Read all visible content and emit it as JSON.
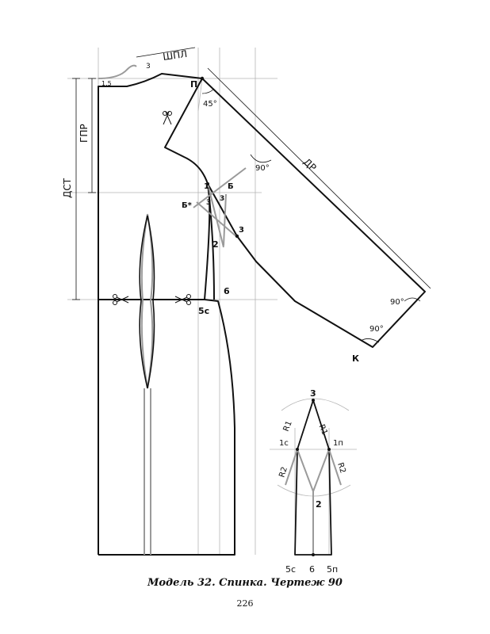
{
  "caption": "Модель 32. Спинка. Чертеж 90",
  "page_number": "226",
  "labels": {
    "shpl": "ШПЛ",
    "three_top": "3",
    "one_five": "1.5",
    "p": "П",
    "angle_45": "45°",
    "angle_90_a": "90°",
    "dr": "ДР",
    "gpr": "ГПР",
    "dst": "ДСТ",
    "one": "1",
    "b": "Б",
    "b_star": "Б*",
    "three_a": "3",
    "three_b": "3",
    "three_c": "3",
    "two": "2",
    "six": "6",
    "five_c": "5с",
    "angle_90_b": "90°",
    "angle_90_c": "90°",
    "k": "К"
  },
  "inset": {
    "three": "3",
    "r1_left": "R1",
    "r1_right": "R1",
    "one_c": "1с",
    "one_p": "1п",
    "r2_left": "R2",
    "r2_right": "R2",
    "two": "2",
    "five_c": "5с",
    "six": "6",
    "five_p": "5п"
  },
  "colors": {
    "line": "#111111",
    "grey": "#9a9a9a",
    "guide": "#b5b5b5"
  }
}
